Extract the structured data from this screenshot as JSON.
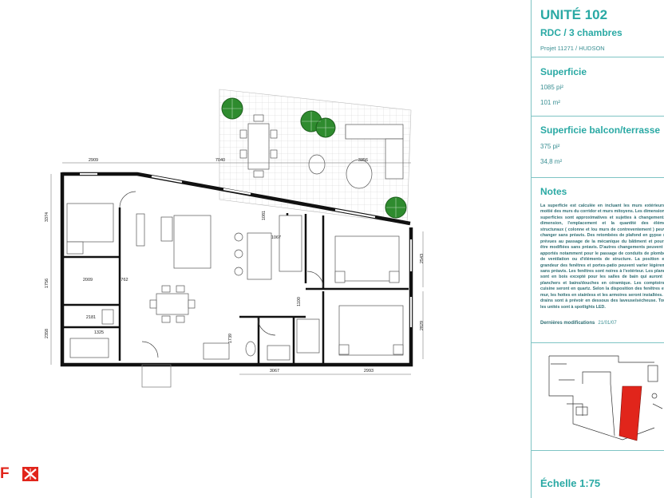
{
  "unit": {
    "title": "UNITÉ 102",
    "subtitle": "RDC / 3 chambres",
    "project": "Projet 11271 / HUDSON"
  },
  "area": {
    "heading": "Superficie",
    "sqft": "1085 pi²",
    "sqm": "101 m²"
  },
  "balcony": {
    "heading": "Superficie balcon/terrasse",
    "sqft": "375 pi²",
    "sqm": "34,8 m²"
  },
  "notes": {
    "heading": "Notes",
    "text": "La superficie est calculée en incluant les murs extérieurs, la moitié des murs du corridor et murs mitoyens. Les dimensions et superficies sont approximatives et sujettes à changement. La dimension, l'emplacement et la quantité des éléments structuraux ( colonne et /ou murs de contreventement ) peuvent changer sans préavis. Des retombées de plafond en gypse sont prévues au passage de la mécanique du bâtiment et pourront être modifiées sans préavis. D'autres changements peuvent être apportés notamment pour le passage de conduits de plomberie, de ventilation ou d'éléments de structure. La position et la grandeur des fenêtres et portes-patio peuvent varier légèrement sans préavis. Les fenêtres sont noires à l'extérieur. Les plancher sont en bois excepté pour les salles de bain qui auront des planchers et bains/douches en céramique. Les comptoirs de cuisine seront en quartz. Selon la disposition des fenêtres et du mur, les hottes en stainless et les armoires seront installées. Des drains sont à prévoir en dessous des laveuse/sécheuse. Toutes les unités sont à spotlights LED.",
    "modified_label": "Dernières modifications",
    "modified_date": "21/01/07"
  },
  "scale": "Échelle 1:75",
  "plan": {
    "dimensions": {
      "d2909": "2909",
      "d7040": "7040",
      "d3356": "3356",
      "d3374": "3374",
      "d1756": "1756",
      "d2358": "2358",
      "d2009": "2009",
      "d762": "762",
      "d2181": "2181",
      "d1325": "1325",
      "d1081": "1081",
      "d1067": "1067",
      "d1100": "1100",
      "d1739": "1739",
      "d3067": "3067",
      "d2993": "2993",
      "d2543": "2543",
      "d2829": "2829"
    }
  },
  "logo": {
    "letter": "F"
  },
  "colors": {
    "accent": "#2aa9a4",
    "highlight": "#e1251b",
    "wall": "#111111",
    "tree": "#2e8b2e"
  }
}
